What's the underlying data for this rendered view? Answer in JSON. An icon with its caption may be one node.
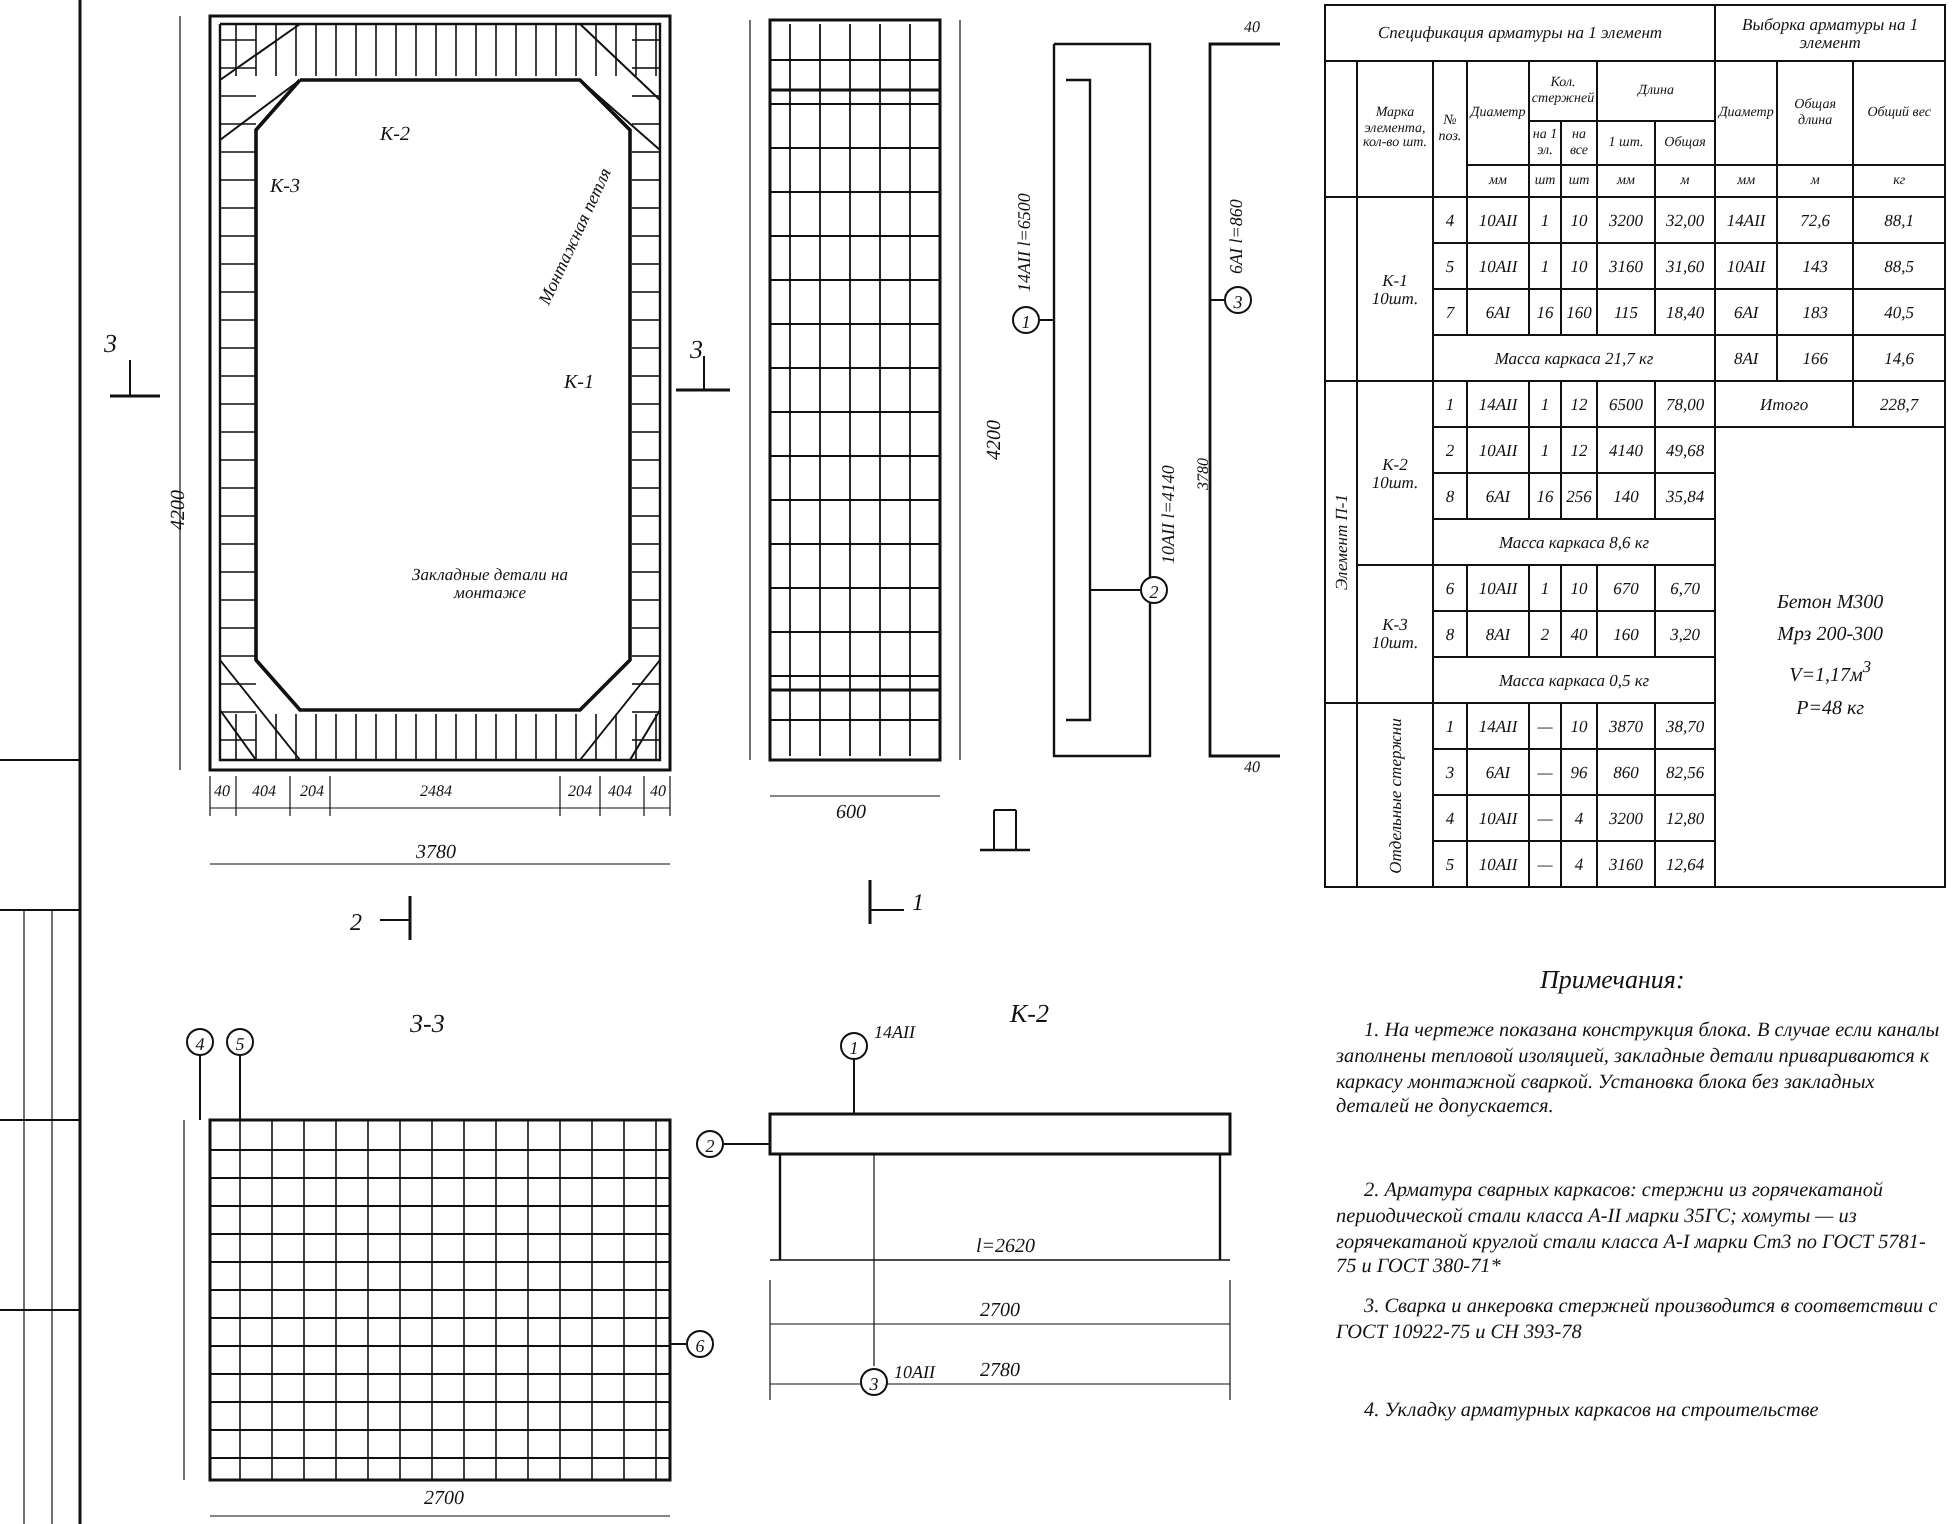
{
  "diagram": {
    "labels": [
      "К-2",
      "К-3",
      "Монтажная петля",
      "К-1",
      "Закладные детали на монтаже",
      "3",
      "3",
      "4200",
      "40",
      "404",
      "204",
      "2484",
      "204",
      "404",
      "40",
      "3780",
      "2",
      "4200",
      "600",
      "1",
      "1",
      "14AII l=6500",
      "2",
      "10AII l=4140",
      "40",
      "3",
      "6AI l=860",
      "3780",
      "40",
      "Спецификация арматуры на 1 элемент",
      "Выборка арматуры на 1 элемент",
      "Марка элемента, кол-во шт.",
      "№ поз.",
      "Диаметр",
      "Кол. стержней",
      "Длина",
      "Диаметр",
      "Общая длина",
      "Общий вес",
      "на 1 эл.",
      "на все",
      "1 шт.",
      "Общая",
      "мм",
      "шт",
      "шт",
      "мм",
      "м",
      "мм",
      "м",
      "кг",
      "К-1 10шт.",
      "4",
      "10AII",
      "1",
      "10",
      "3200",
      "32,00",
      "14AII",
      "72,6",
      "88,1",
      "5",
      "10AII",
      "1",
      "10",
      "3160",
      "31,60",
      "10AII",
      "143",
      "88,5",
      "7",
      "6AI",
      "16",
      "160",
      "115",
      "18,40",
      "6AI",
      "183",
      "40,5",
      "Масса каркаса 21,7 кг",
      "8AI",
      "166",
      "14,6",
      "Элемент П-1",
      "К-2 10шт.",
      "1",
      "14AII",
      "1",
      "12",
      "6500",
      "78,00",
      "Итого",
      "228,7",
      "2",
      "10AII",
      "1",
      "12",
      "4140",
      "49,68",
      "Бетон М300",
      "Мрз 200-300",
      "V=1,17м$^{3}$",
      "P=48 кг",
      "8",
      "6AI",
      "16",
      "256",
      "140",
      "35,84",
      "Масса каркаса 8,6 кг",
      "К-3 10шт.",
      "6",
      "10AII",
      "1",
      "10",
      "670",
      "6,70",
      "8",
      "8AI",
      "2",
      "40",
      "160",
      "3,20",
      "Масса каркаса 0,5 кг",
      "Отдельные стержни",
      "1",
      "14AII",
      "—",
      "10",
      "3870",
      "38,70",
      "3",
      "6AI",
      "—",
      "96",
      "860",
      "82,56",
      "4",
      "10AII",
      "—",
      "4",
      "3200",
      "12,80",
      "5",
      "10AII",
      "—",
      "4",
      "3160",
      "12,64",
      "Примечания:",
      "1. На чертеже показана конструкция блока. В случае если каналы заполнены тепловой изоляцией, закладные детали привариваются к каркасу монтажной сваркой. Установка блока без закладных деталей не допускается.",
      "2. Арматура сварных каркасов: стержни из горячекатаной периодической стали класса А-II марки 35ГС; хомуты — из горячекатаной круглой стали класса А-I марки Ст3 по ГОСТ 5781-75 и ГОСТ 380-71*",
      "3. Сварка и анкеровка стержней производится в соответствии с ГОСТ 10922-75 и СН 393-78",
      "4. Укладку арматурных каркасов на строительстве",
      "3-3",
      "4",
      "5",
      "6",
      "2700",
      "К-2",
      "1",
      "14AII",
      "2",
      "l=2620",
      "2700",
      "2780",
      "3",
      "10AII"
    ]
  }
}
